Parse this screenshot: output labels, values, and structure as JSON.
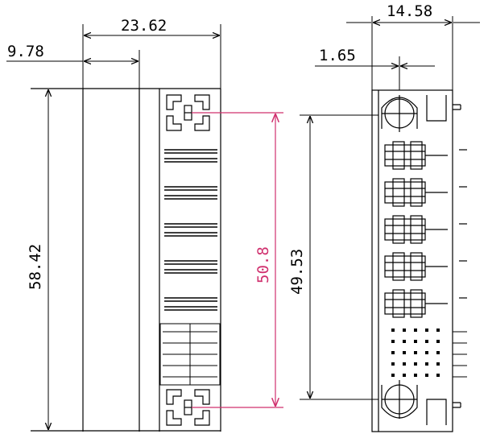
{
  "dimensions": {
    "overall_width": "23.62",
    "offset_width": "9.78",
    "overall_height": "58.42",
    "mount_hole_pitch": "50.8",
    "side_hole_pitch": "49.53",
    "side_depth": "14.58",
    "side_offset": "1.65"
  },
  "colors": {
    "line": "#000000",
    "pitch_highlight": "#d0306e"
  }
}
